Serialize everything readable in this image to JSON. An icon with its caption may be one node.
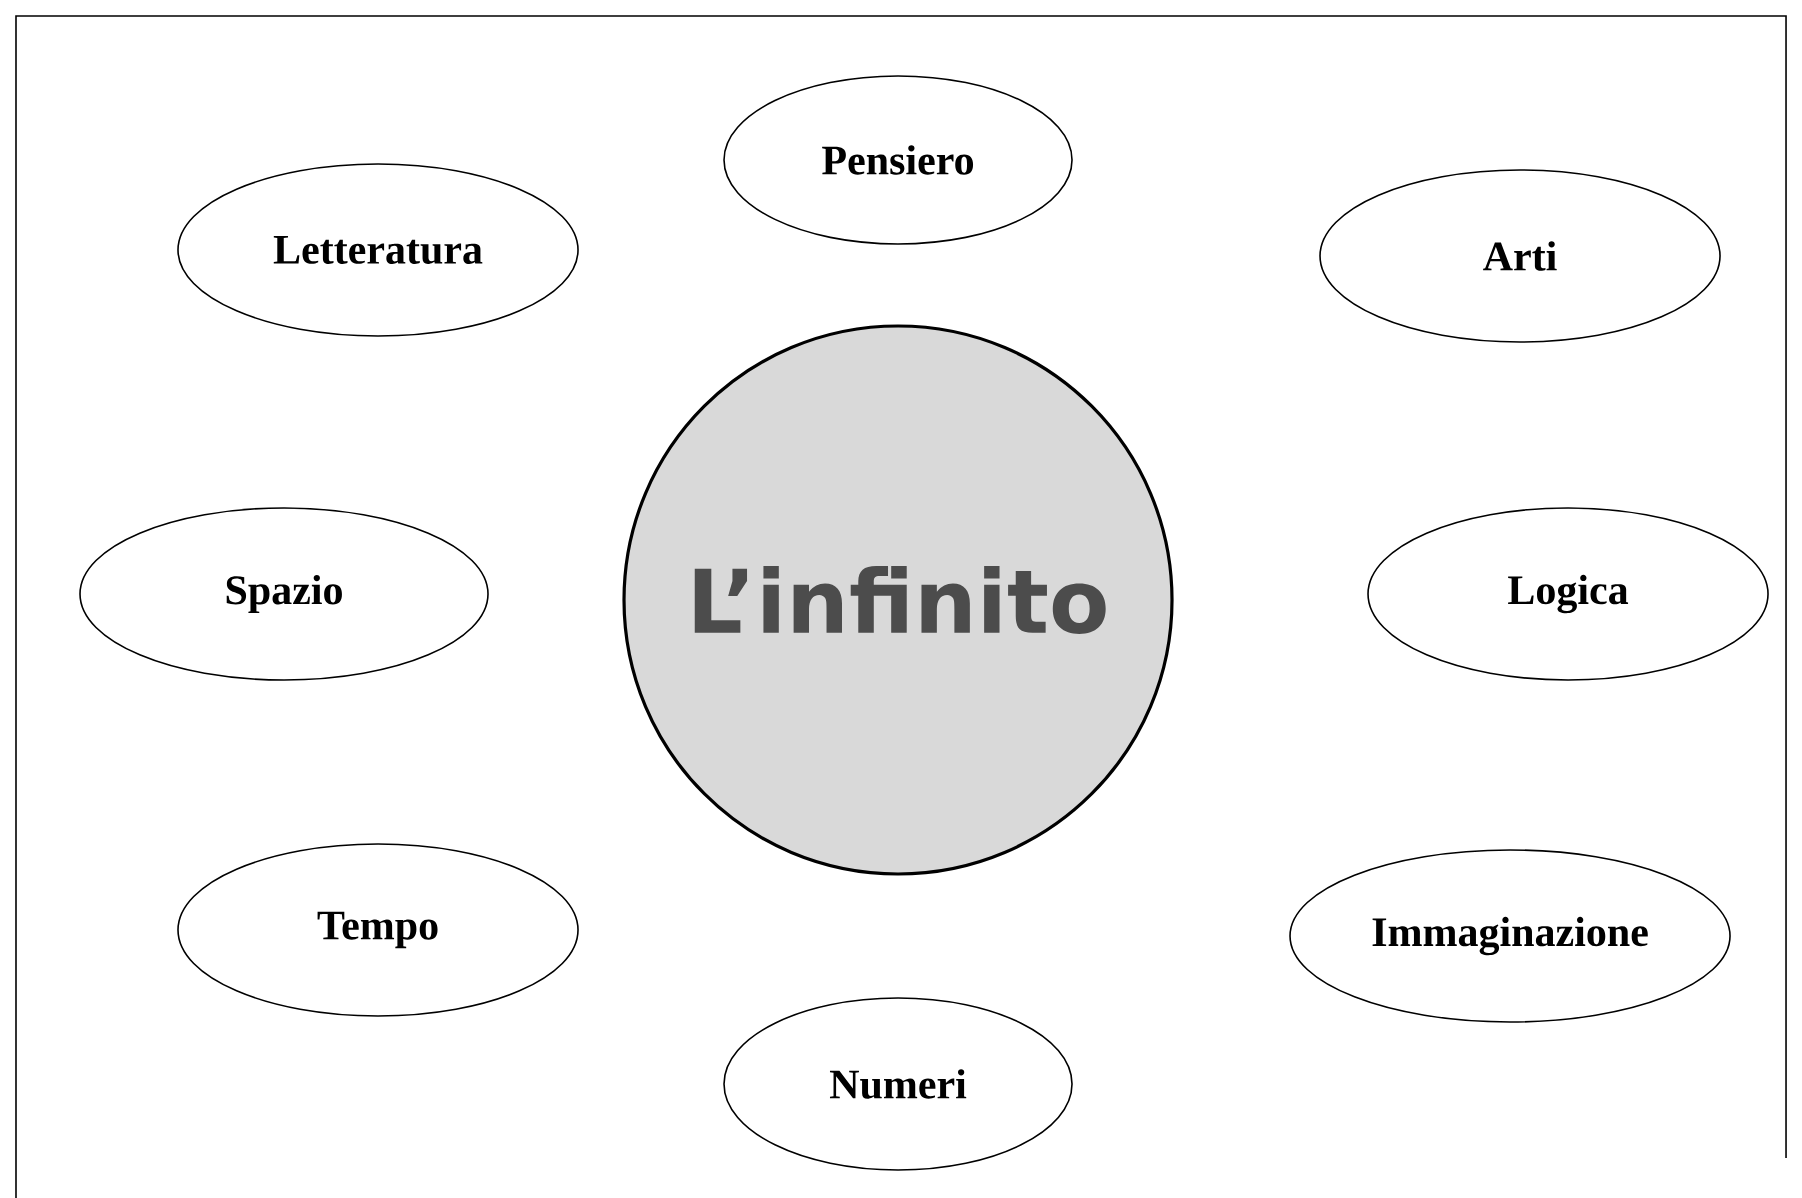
{
  "diagram": {
    "nodes": [
      {
        "text": [
          "Pensiero"
        ]
      },
      {
        "text": [
          "Letteratura"
        ]
      },
      {
        "text": [
          "Arti"
        ]
      },
      {
        "text": [
          "Spazio"
        ]
      },
      {
        "text": [
          "L’infinito"
        ]
      },
      {
        "text": [
          "Logica"
        ]
      },
      {
        "text": [
          "Tempo"
        ]
      },
      {
        "text": [
          "Immaginazione"
        ]
      },
      {
        "text": [
          "Numeri"
        ]
      }
    ]
  }
}
